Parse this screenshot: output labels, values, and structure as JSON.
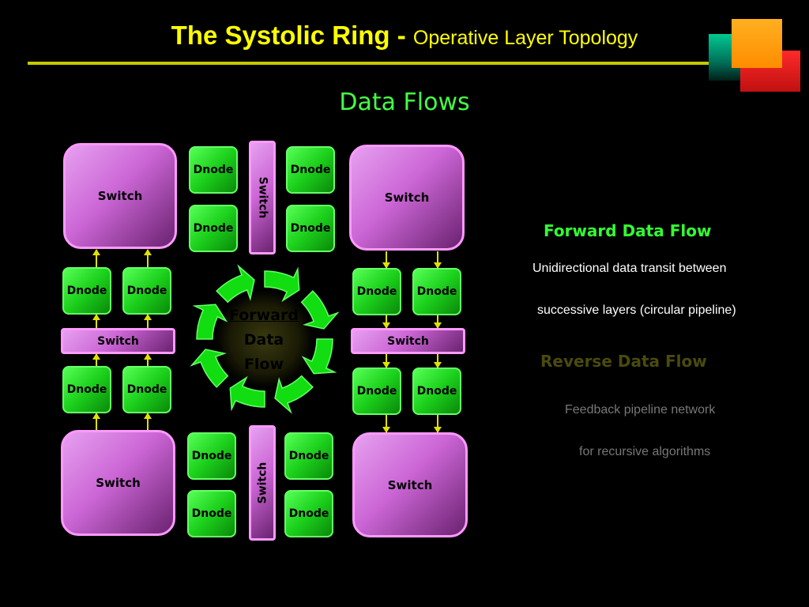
{
  "title": {
    "main": "The Systolic Ring - ",
    "sub": "Operative Layer Topology"
  },
  "subtitle": "Data Flows",
  "diagram": {
    "switch_label": "Switch",
    "dnode_label": "Dnode",
    "center_label": [
      "Forward",
      "Data",
      "Flow"
    ]
  },
  "forward": {
    "heading": "Forward Data Flow",
    "line1": "Unidirectional data transit between",
    "line2": "successive layers (circular pipeline)"
  },
  "reverse": {
    "heading": "Reverse Data Flow",
    "line1": "Feedback pipeline network",
    "line2": "for recursive algorithms"
  },
  "colors": {
    "title": "#ffff00",
    "subtitle": "#44ff44",
    "switch": "#cc66d6",
    "dnode": "#22dd22",
    "connector": "#e0e000",
    "forward_heading": "#33ff33",
    "reverse_heading": "#4a4a0e"
  }
}
